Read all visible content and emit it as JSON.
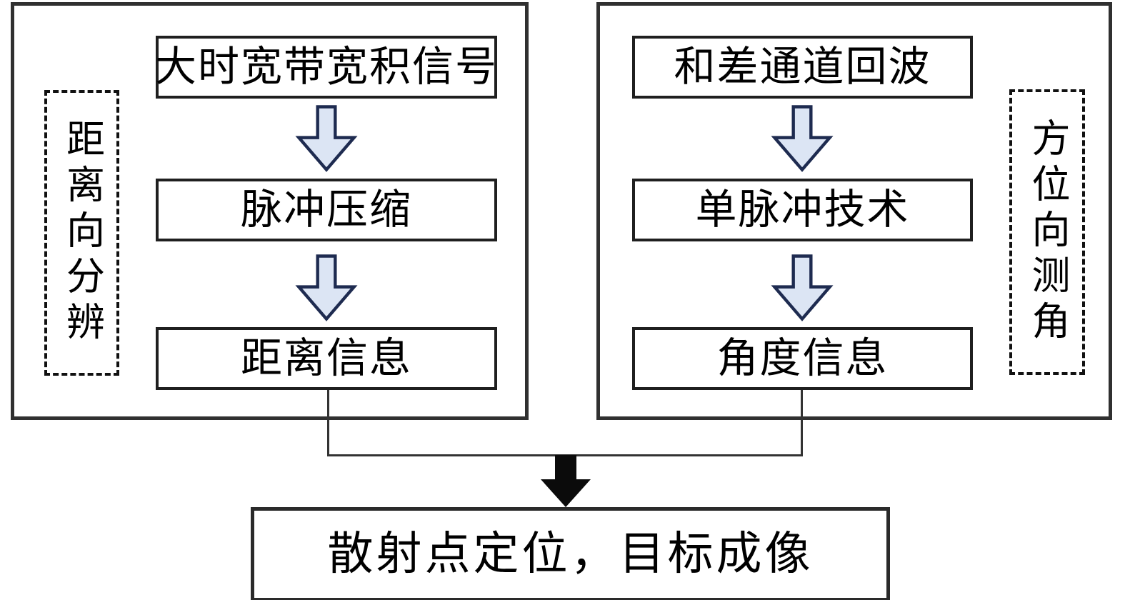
{
  "panels": {
    "left": {
      "side_label": "距离向分辨",
      "steps": [
        "大时宽带宽积信号",
        "脉冲压缩",
        "距离信息"
      ]
    },
    "right": {
      "side_label": "方位向测角",
      "steps": [
        "和差通道回波",
        "单脉冲技术",
        "角度信息"
      ]
    }
  },
  "output_box": {
    "label": "散射点定位，目标成像"
  },
  "icons": {
    "flow_arrow": "down-arrow",
    "merge_arrow": "merge-down-arrow"
  },
  "colors": {
    "background": "#ffffff",
    "text": "#000000",
    "box_border": "#1f1f1f",
    "frame_border": "#303030",
    "dashed_border": "#111111",
    "connector_line": "#333333",
    "flow_arrow_fill": "#dce5f4",
    "flow_arrow_stroke": "#1e2b50",
    "merge_arrow_fill": "#0b0b0b"
  }
}
